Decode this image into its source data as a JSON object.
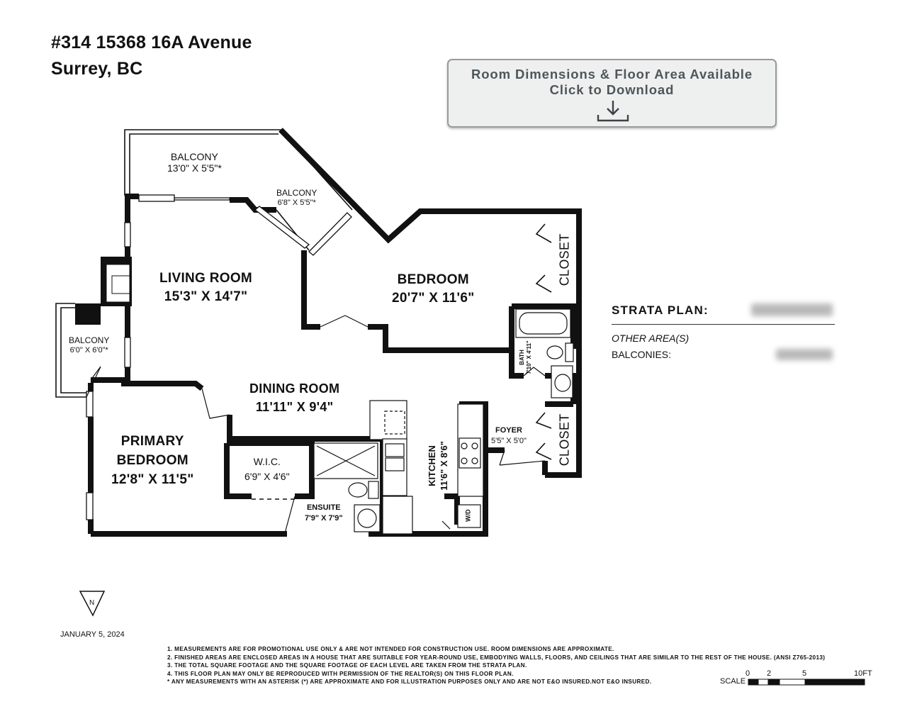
{
  "header": {
    "address_line1": "#314 15368 16A Avenue",
    "address_line2": "Surrey, BC"
  },
  "download_button": {
    "line1": "Room Dimensions & Floor Area Available",
    "line2": "Click to Download",
    "icon": "download-icon"
  },
  "rooms": {
    "balcony_top": {
      "name": "BALCONY",
      "size": "13'0\" X 5'5\"*"
    },
    "balcony_corner": {
      "name": "BALCONY",
      "size": "6'8\" X 5'5\"*"
    },
    "balcony_left": {
      "name": "BALCONY",
      "size": "6'0\" X 6'0\"*"
    },
    "living_room": {
      "name": "LIVING ROOM",
      "size": "15'3\" X 14'7\""
    },
    "bedroom": {
      "name": "BEDROOM",
      "size": "20'7\" X 11'6\""
    },
    "closet_upper": {
      "name": "CLOSET"
    },
    "closet_lower": {
      "name": "CLOSET"
    },
    "bath": {
      "name": "BATH",
      "size": "7'10\" X 4'11\""
    },
    "dining_room": {
      "name": "DINING ROOM",
      "size": "11'11\" X 9'4\""
    },
    "primary_bedroom": {
      "name_line1": "PRIMARY",
      "name_line2": "BEDROOM",
      "size": "12'8\" X 11'5\""
    },
    "wic": {
      "name": "W.I.C.",
      "size": "6'9\" X 4'6\""
    },
    "ensuite": {
      "name": "ENSUITE",
      "size": "7'9\" X 7'9\""
    },
    "kitchen": {
      "name": "KITCHEN",
      "size": "11'6\" X 8'6\""
    },
    "foyer": {
      "name": "FOYER",
      "size": "5'5\" X 5'0\""
    },
    "wd": {
      "name": "W/D"
    }
  },
  "strata": {
    "title": "STRATA PLAN:",
    "other_areas": "OTHER AREA(S)",
    "balconies": "BALCONIES:"
  },
  "compass": {
    "label": "N"
  },
  "date": "JANUARY 5, 2024",
  "notes": [
    "1. MEASUREMENTS ARE FOR PROMOTIONAL USE ONLY & ARE NOT INTENDED FOR CONSTRUCTION USE. ROOM DIMENSIONS ARE APPROXIMATE.",
    "2. FINISHED AREAS ARE ENCLOSED AREAS IN A HOUSE THAT ARE SUITABLE FOR YEAR-ROUND USE, EMBODYING WALLS, FLOORS, AND CEILINGS THAT ARE SIMILAR TO THE REST OF THE HOUSE. (ANSI Z765-2013)",
    "3. THE TOTAL SQUARE FOOTAGE AND THE SQUARE FOOTAGE OF EACH LEVEL ARE TAKEN FROM THE STRATA PLAN.",
    "4. THIS FLOOR PLAN MAY ONLY BE REPRODUCED WITH PERMISSION OF THE REALTOR(S) ON THIS FLOOR PLAN.",
    "* ANY MEASUREMENTS WITH AN ASTERISK (*) ARE APPROXIMATE AND FOR ILLUSTRATION PURPOSES ONLY AND ARE NOT E&O INSURED.NOT E&O INSURED."
  ],
  "scale": {
    "label": "SCALE",
    "ticks": [
      "0",
      "2",
      "5",
      "10FT"
    ]
  }
}
